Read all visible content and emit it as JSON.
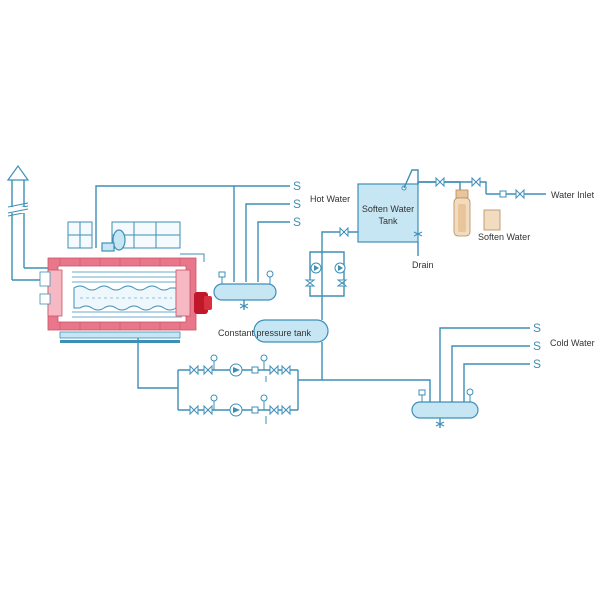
{
  "labels": {
    "hot_water": "Hot Water",
    "soften_water_tank_line1": "Soften Water",
    "soften_water_tank_line2": "Tank",
    "water_inlet": "Water Inlet",
    "soften_water": "Soften Water",
    "drain": "Drain",
    "constant_pressure_tank": "Constant pressure tank",
    "cold_water": "Cold Water"
  },
  "supply_markers": {
    "hot": [
      "S",
      "S",
      "S"
    ],
    "cold": [
      "S",
      "S",
      "S"
    ]
  },
  "colors": {
    "pipe": "#3d8fb7",
    "tank_fill": "#c6e6f3",
    "furnace_brick": "#e9778b",
    "burner": "#c0182b",
    "softener_resin": "#e8c59a"
  },
  "icons": [
    "chimney-icon",
    "boiler-icon",
    "burner-icon",
    "pump-icon",
    "valve-icon",
    "pressure-gauge-icon",
    "softener-icon"
  ]
}
